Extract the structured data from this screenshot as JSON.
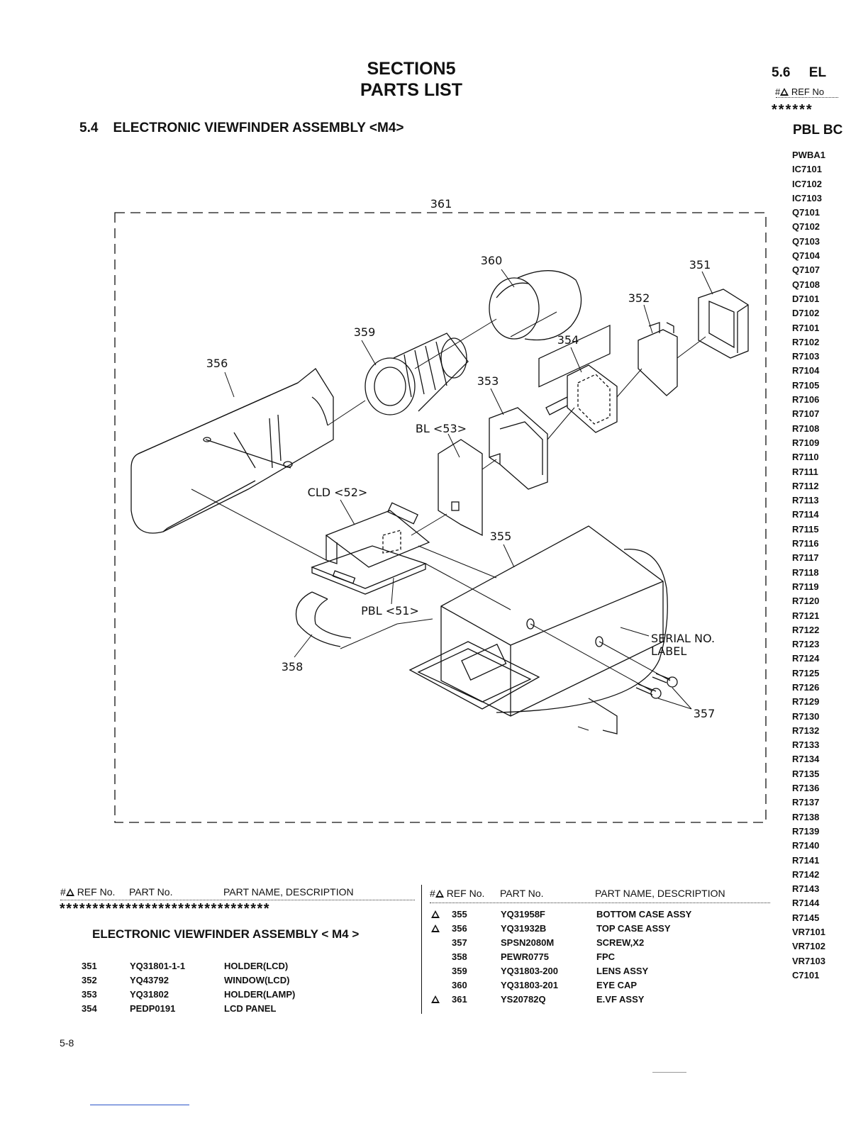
{
  "header": {
    "section": "SECTION5",
    "title": "PARTS LIST",
    "subsection": "5.4    ELECTRONIC VIEWFINDER ASSEMBLY <M4>"
  },
  "right_column": {
    "section": "5.6     EL",
    "ref_header": "REF No",
    "ref_prefix": "#",
    "stars": "******",
    "board": "PBL BC",
    "items": [
      "PWBA1",
      "IC7101",
      "IC7102",
      "IC7103",
      "Q7101",
      "Q7102",
      "Q7103",
      "Q7104",
      "Q7107",
      "Q7108",
      "D7101",
      "D7102",
      "R7101",
      "R7102",
      "R7103",
      "R7104",
      "R7105",
      "R7106",
      "R7107",
      "R7108",
      "R7109",
      "R7110",
      "R7111",
      "R7112",
      "R7113",
      "R7114",
      "R7115",
      "R7116",
      "R7117",
      "R7118",
      "R7119",
      "R7120",
      "R7121",
      "R7122",
      "R7123",
      "R7124",
      "R7125",
      "R7126",
      "R7129",
      "R7130",
      "R7132",
      "R7133",
      "R7134",
      "R7135",
      "R7136",
      "R7137",
      "R7138",
      "R7139",
      "R7140",
      "R7141",
      "R7142",
      "R7143",
      "R7144",
      "R7145",
      "VR7101",
      "VR7102",
      "VR7103",
      "C7101"
    ]
  },
  "diagram": {
    "labels": {
      "l361": "361",
      "l360": "360",
      "l351": "351",
      "l352": "352",
      "l359": "359",
      "l354": "354",
      "l356": "356",
      "l353": "353",
      "bl": "BL <53>",
      "cld": "CLD <52>",
      "l355": "355",
      "pbl": "PBL <51>",
      "serial1": "SERIAL NO.",
      "serial2": "LABEL",
      "l358": "358",
      "l357": "357"
    }
  },
  "table_left": {
    "headers": {
      "ref_prefix": "#",
      "ref": "REF No.",
      "part": "PART No.",
      "desc": "PART NAME, DESCRIPTION"
    },
    "stars": "********************************",
    "group_title": "ELECTRONIC VIEWFINDER ASSEMBLY < M4 >",
    "rows": [
      {
        "ref": "351",
        "part": "YQ31801-1-1",
        "desc": "HOLDER(LCD)"
      },
      {
        "ref": "352",
        "part": "YQ43792",
        "desc": "WINDOW(LCD)"
      },
      {
        "ref": "353",
        "part": "YQ31802",
        "desc": "HOLDER(LAMP)"
      },
      {
        "ref": "354",
        "part": "PEDP0191",
        "desc": "LCD PANEL"
      }
    ]
  },
  "table_right": {
    "headers": {
      "ref_prefix": "#",
      "ref": "REF No.",
      "part": "PART No.",
      "desc": "PART NAME, DESCRIPTION"
    },
    "rows": [
      {
        "warn": true,
        "ref": "355",
        "part": "YQ31958F",
        "desc": "BOTTOM CASE ASSY"
      },
      {
        "warn": true,
        "ref": "356",
        "part": "YQ31932B",
        "desc": "TOP CASE ASSY"
      },
      {
        "warn": false,
        "ref": "357",
        "part": "SPSN2080M",
        "desc": "SCREW,X2"
      },
      {
        "warn": false,
        "ref": "358",
        "part": "PEWR0775",
        "desc": "FPC"
      },
      {
        "warn": false,
        "ref": "359",
        "part": "YQ31803-200",
        "desc": "LENS ASSY"
      },
      {
        "warn": false,
        "ref": "360",
        "part": "YQ31803-201",
        "desc": "EYE CAP"
      },
      {
        "warn": true,
        "ref": "361",
        "part": "YS20782Q",
        "desc": "E.VF ASSY"
      }
    ]
  },
  "footer": {
    "page": "5-8"
  }
}
